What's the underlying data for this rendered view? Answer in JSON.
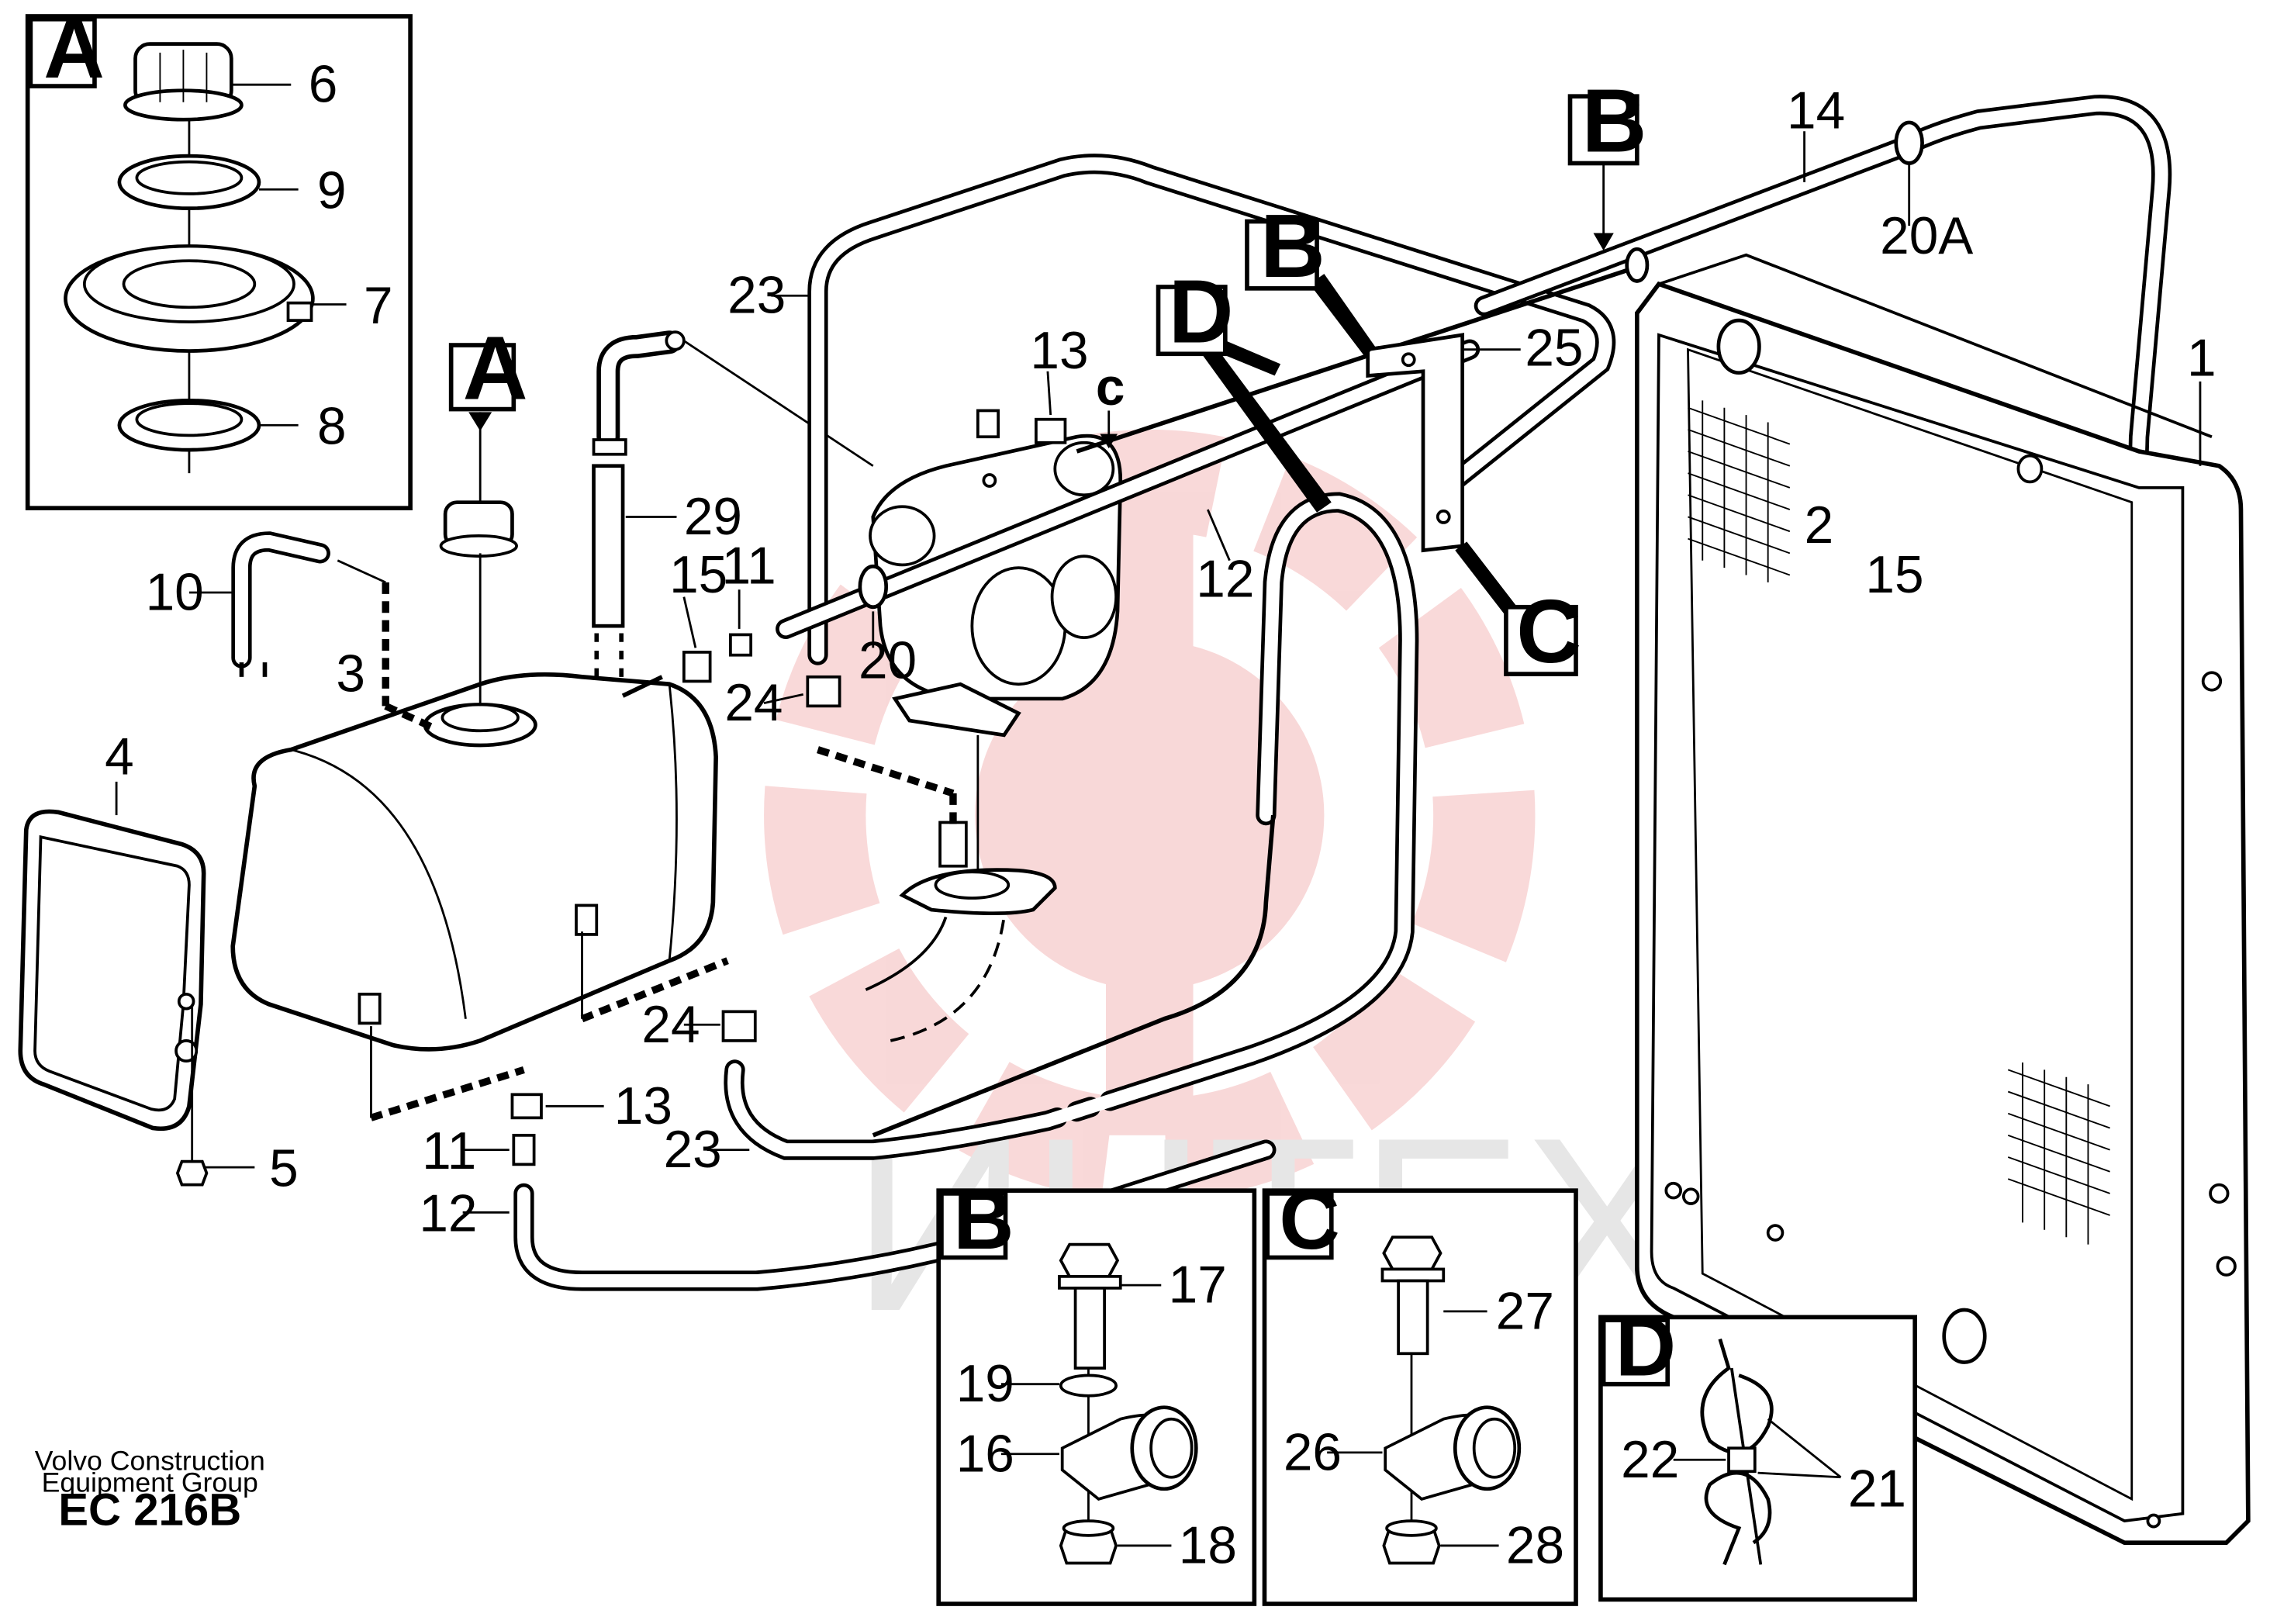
{
  "watermark": {
    "text": "ИНТЕХ",
    "color": "#f4b9b9"
  },
  "credits": {
    "line1": "Volvo Construction",
    "line2": "Equipment Group",
    "code": "EC 216B"
  },
  "detail_boxes": {
    "A": {
      "letter": "A",
      "labels": [
        "6",
        "9",
        "7",
        "8"
      ]
    },
    "B": {
      "letter": "B",
      "labels": [
        "17",
        "19",
        "16",
        "18"
      ]
    },
    "C": {
      "letter": "C",
      "labels": [
        "27",
        "26",
        "28"
      ]
    },
    "D": {
      "letter": "D",
      "labels": [
        "22",
        "21"
      ]
    }
  },
  "callouts": {
    "A": "A",
    "B1": "B",
    "B2": "B",
    "C": "C",
    "D": "D",
    "c": "c"
  },
  "labels": {
    "n1": "1",
    "n2": "2",
    "n3": "3",
    "n4": "4",
    "n5": "5",
    "n10": "10",
    "n11a": "11",
    "n11b": "11",
    "n12a": "12",
    "n12b": "12",
    "n13a": "13",
    "n13b": "13",
    "n14": "14",
    "n15a": "15",
    "n15b": "15",
    "n20": "20",
    "n20A": "20A",
    "n23a": "23",
    "n23b": "23",
    "n24a": "24",
    "n24b": "24",
    "n25": "25",
    "n29": "29"
  }
}
